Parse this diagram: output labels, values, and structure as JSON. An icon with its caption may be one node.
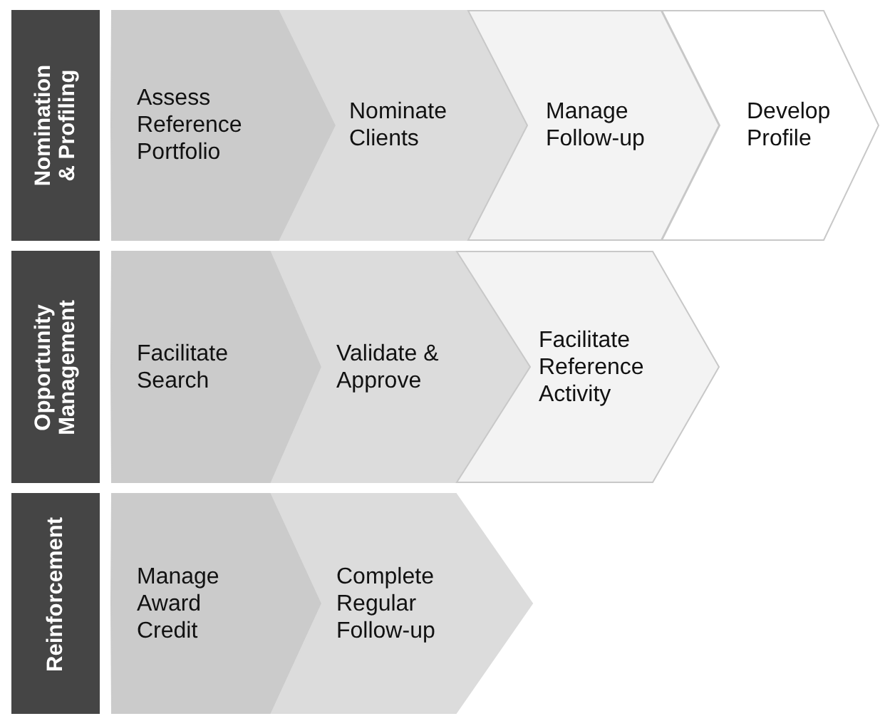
{
  "diagram": {
    "nodes": [
      {
        "text": [
          "Nomination & Profiling"
        ]
      },
      {
        "text": [
          "Assess Reference Portfolio"
        ]
      },
      {
        "text": [
          "Nominate Clients"
        ]
      },
      {
        "text": [
          "Manage Follow-up"
        ]
      },
      {
        "text": [
          "Develop Profile"
        ]
      },
      {
        "text": [
          "Opportunity Management"
        ]
      },
      {
        "text": [
          "Facilitate Search"
        ]
      },
      {
        "text": [
          "Validate & Approve"
        ]
      },
      {
        "text": [
          "Facilitate Reference Activity"
        ]
      },
      {
        "text": [
          "Reinforcement"
        ]
      },
      {
        "text": [
          "Manage Award Credit"
        ]
      },
      {
        "text": [
          "Complete Regular Follow-up"
        ]
      }
    ]
  }
}
